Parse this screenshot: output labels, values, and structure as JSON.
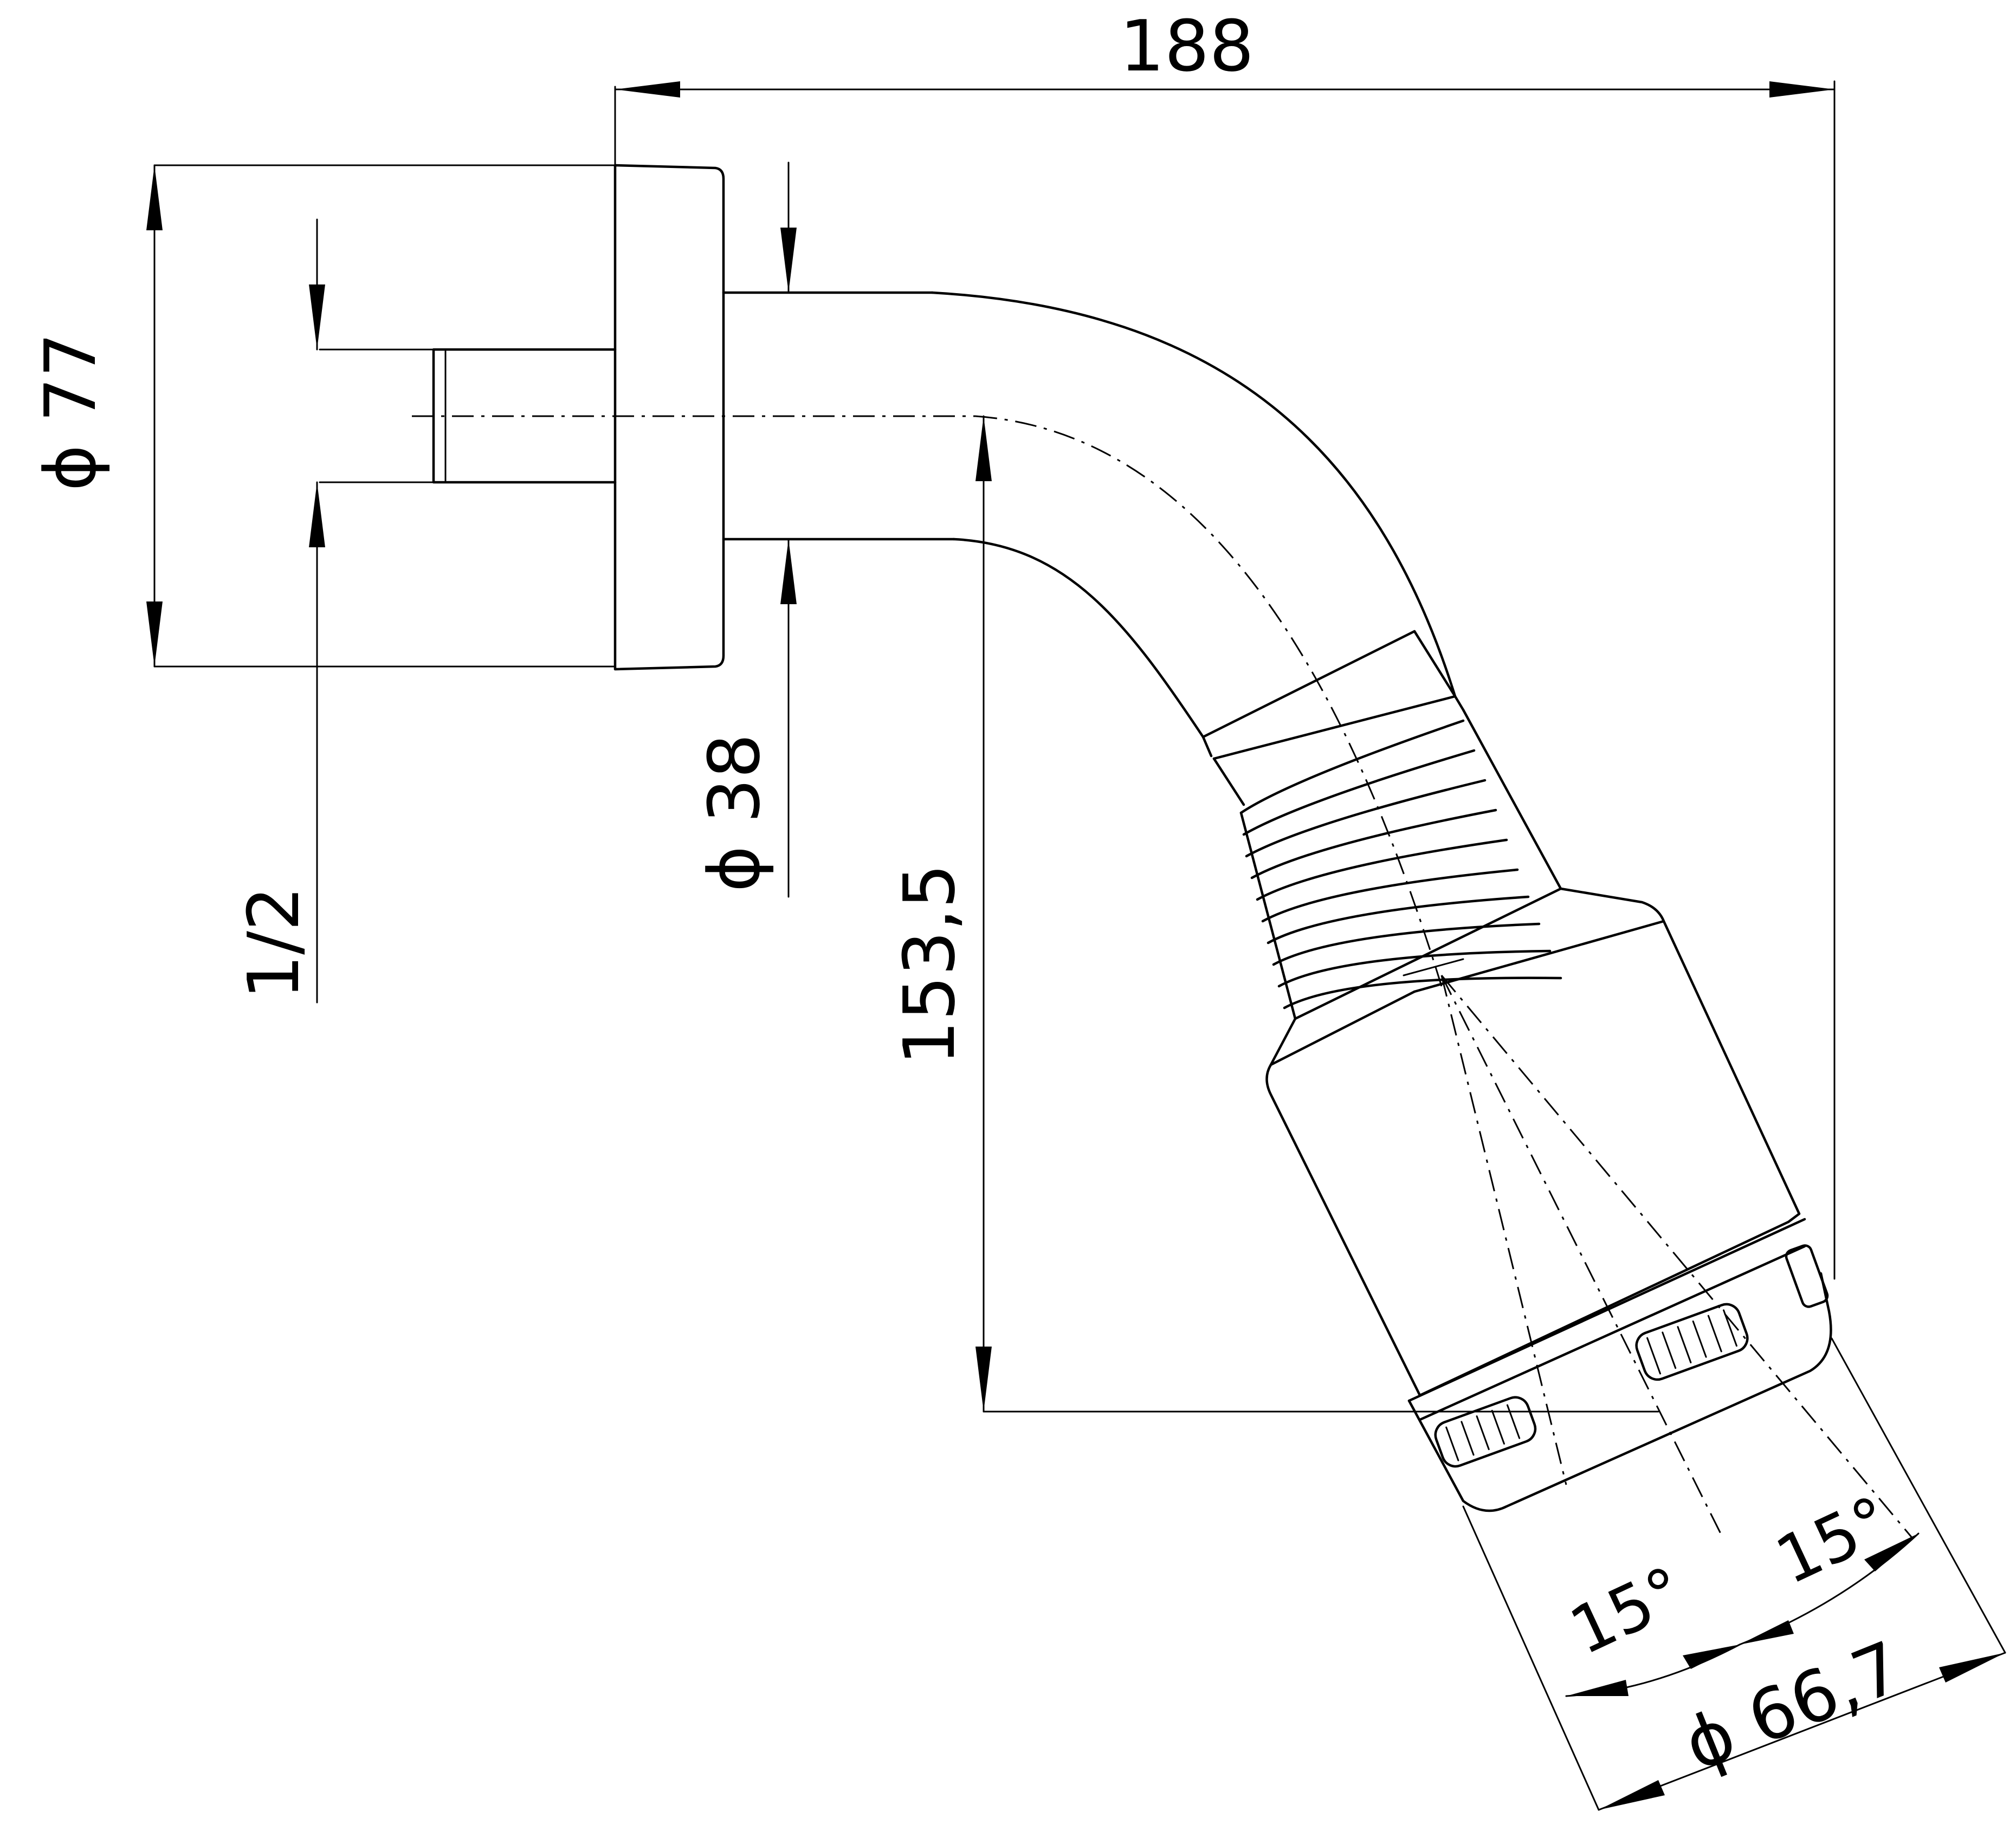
{
  "dimensions": {
    "overall_length": "188",
    "flange_diameter": "ϕ 77",
    "thread_size": "1/2",
    "arm_diameter": "ϕ 38",
    "drop_height": "153,5",
    "spray_angle_left": "15°",
    "spray_angle_right": "15°",
    "head_diameter": "ϕ 66,7"
  },
  "colors": {
    "line": "#000000",
    "background": "#ffffff"
  }
}
